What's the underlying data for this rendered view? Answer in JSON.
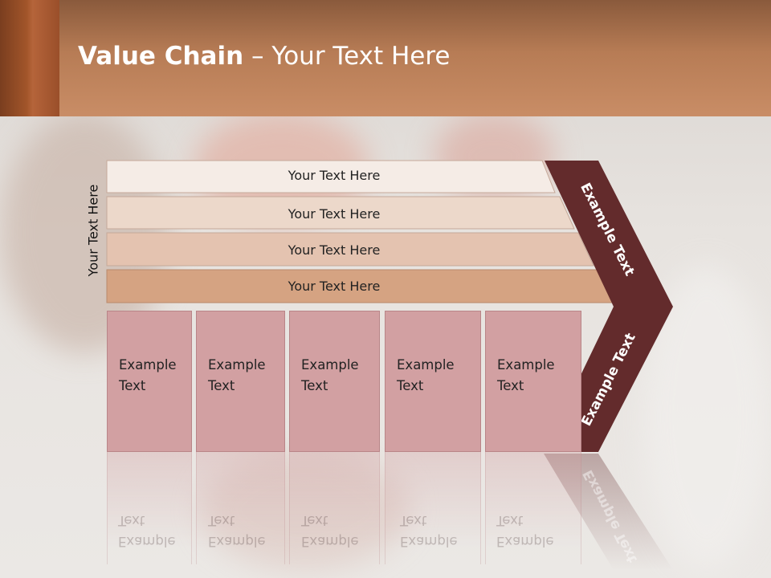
{
  "title": {
    "bold": "Value Chain",
    "rest": " – Your Text Here"
  },
  "side_label": "Your Text Here",
  "bands": [
    {
      "label": "Your Text Here",
      "fill": "#f5ece6"
    },
    {
      "label": "Your Text Here",
      "fill": "#ecd8ca"
    },
    {
      "label": "Your Text Here",
      "fill": "#e4c3b0"
    },
    {
      "label": "Your Text Here",
      "fill": "#d5a382"
    }
  ],
  "columns": [
    {
      "line1": "Example",
      "line2": "Text"
    },
    {
      "line1": "Example",
      "line2": "Text"
    },
    {
      "line1": "Example",
      "line2": "Text"
    },
    {
      "line1": "Example",
      "line2": "Text"
    },
    {
      "line1": "Example",
      "line2": "Text"
    }
  ],
  "chevron_top_label": "Example Text",
  "chevron_bottom_label": "Example Text",
  "colors": {
    "header": "#c08560",
    "chevron": "#632b2c",
    "column_fill": "#d2a0a2"
  }
}
